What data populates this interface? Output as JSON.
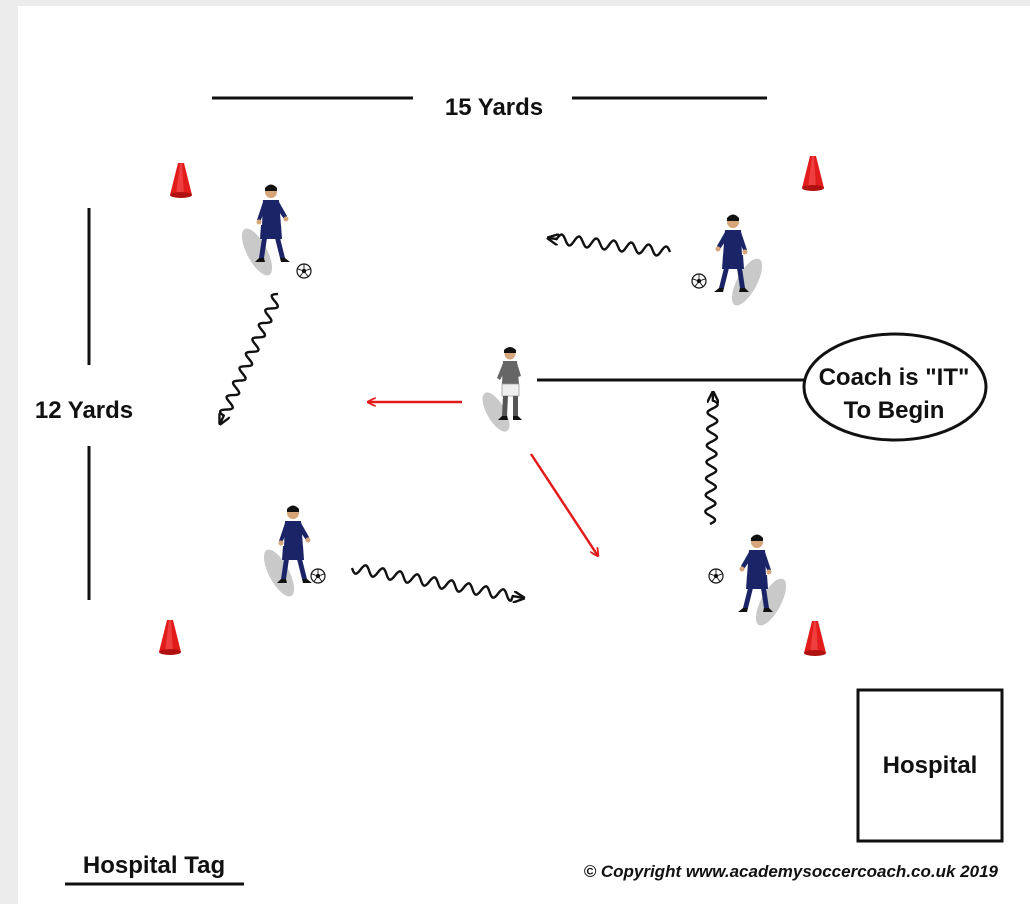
{
  "diagram": {
    "title": "Hospital Tag",
    "width_label": "15 Yards",
    "height_label": "12 Yards",
    "coach_callout": {
      "line1": "Coach is \"IT\"",
      "line2": "To Begin"
    },
    "hospital_label": "Hospital",
    "copyright": "© Copyright www.academysoccercoach.co.uk 2019"
  },
  "colors": {
    "background": "#ffffff",
    "frame": "#ececec",
    "cone": "#e21b1b",
    "player_kit": "#1b2466",
    "coach_kit": "#666666",
    "skin": "#d7a57a",
    "red_arrow": "#e31b1b",
    "dribble_arrow": "#111111"
  },
  "icons": {
    "cone": "cone-icon",
    "ball": "soccer-ball-icon",
    "player": "player-figure",
    "coach": "coach-figure"
  }
}
